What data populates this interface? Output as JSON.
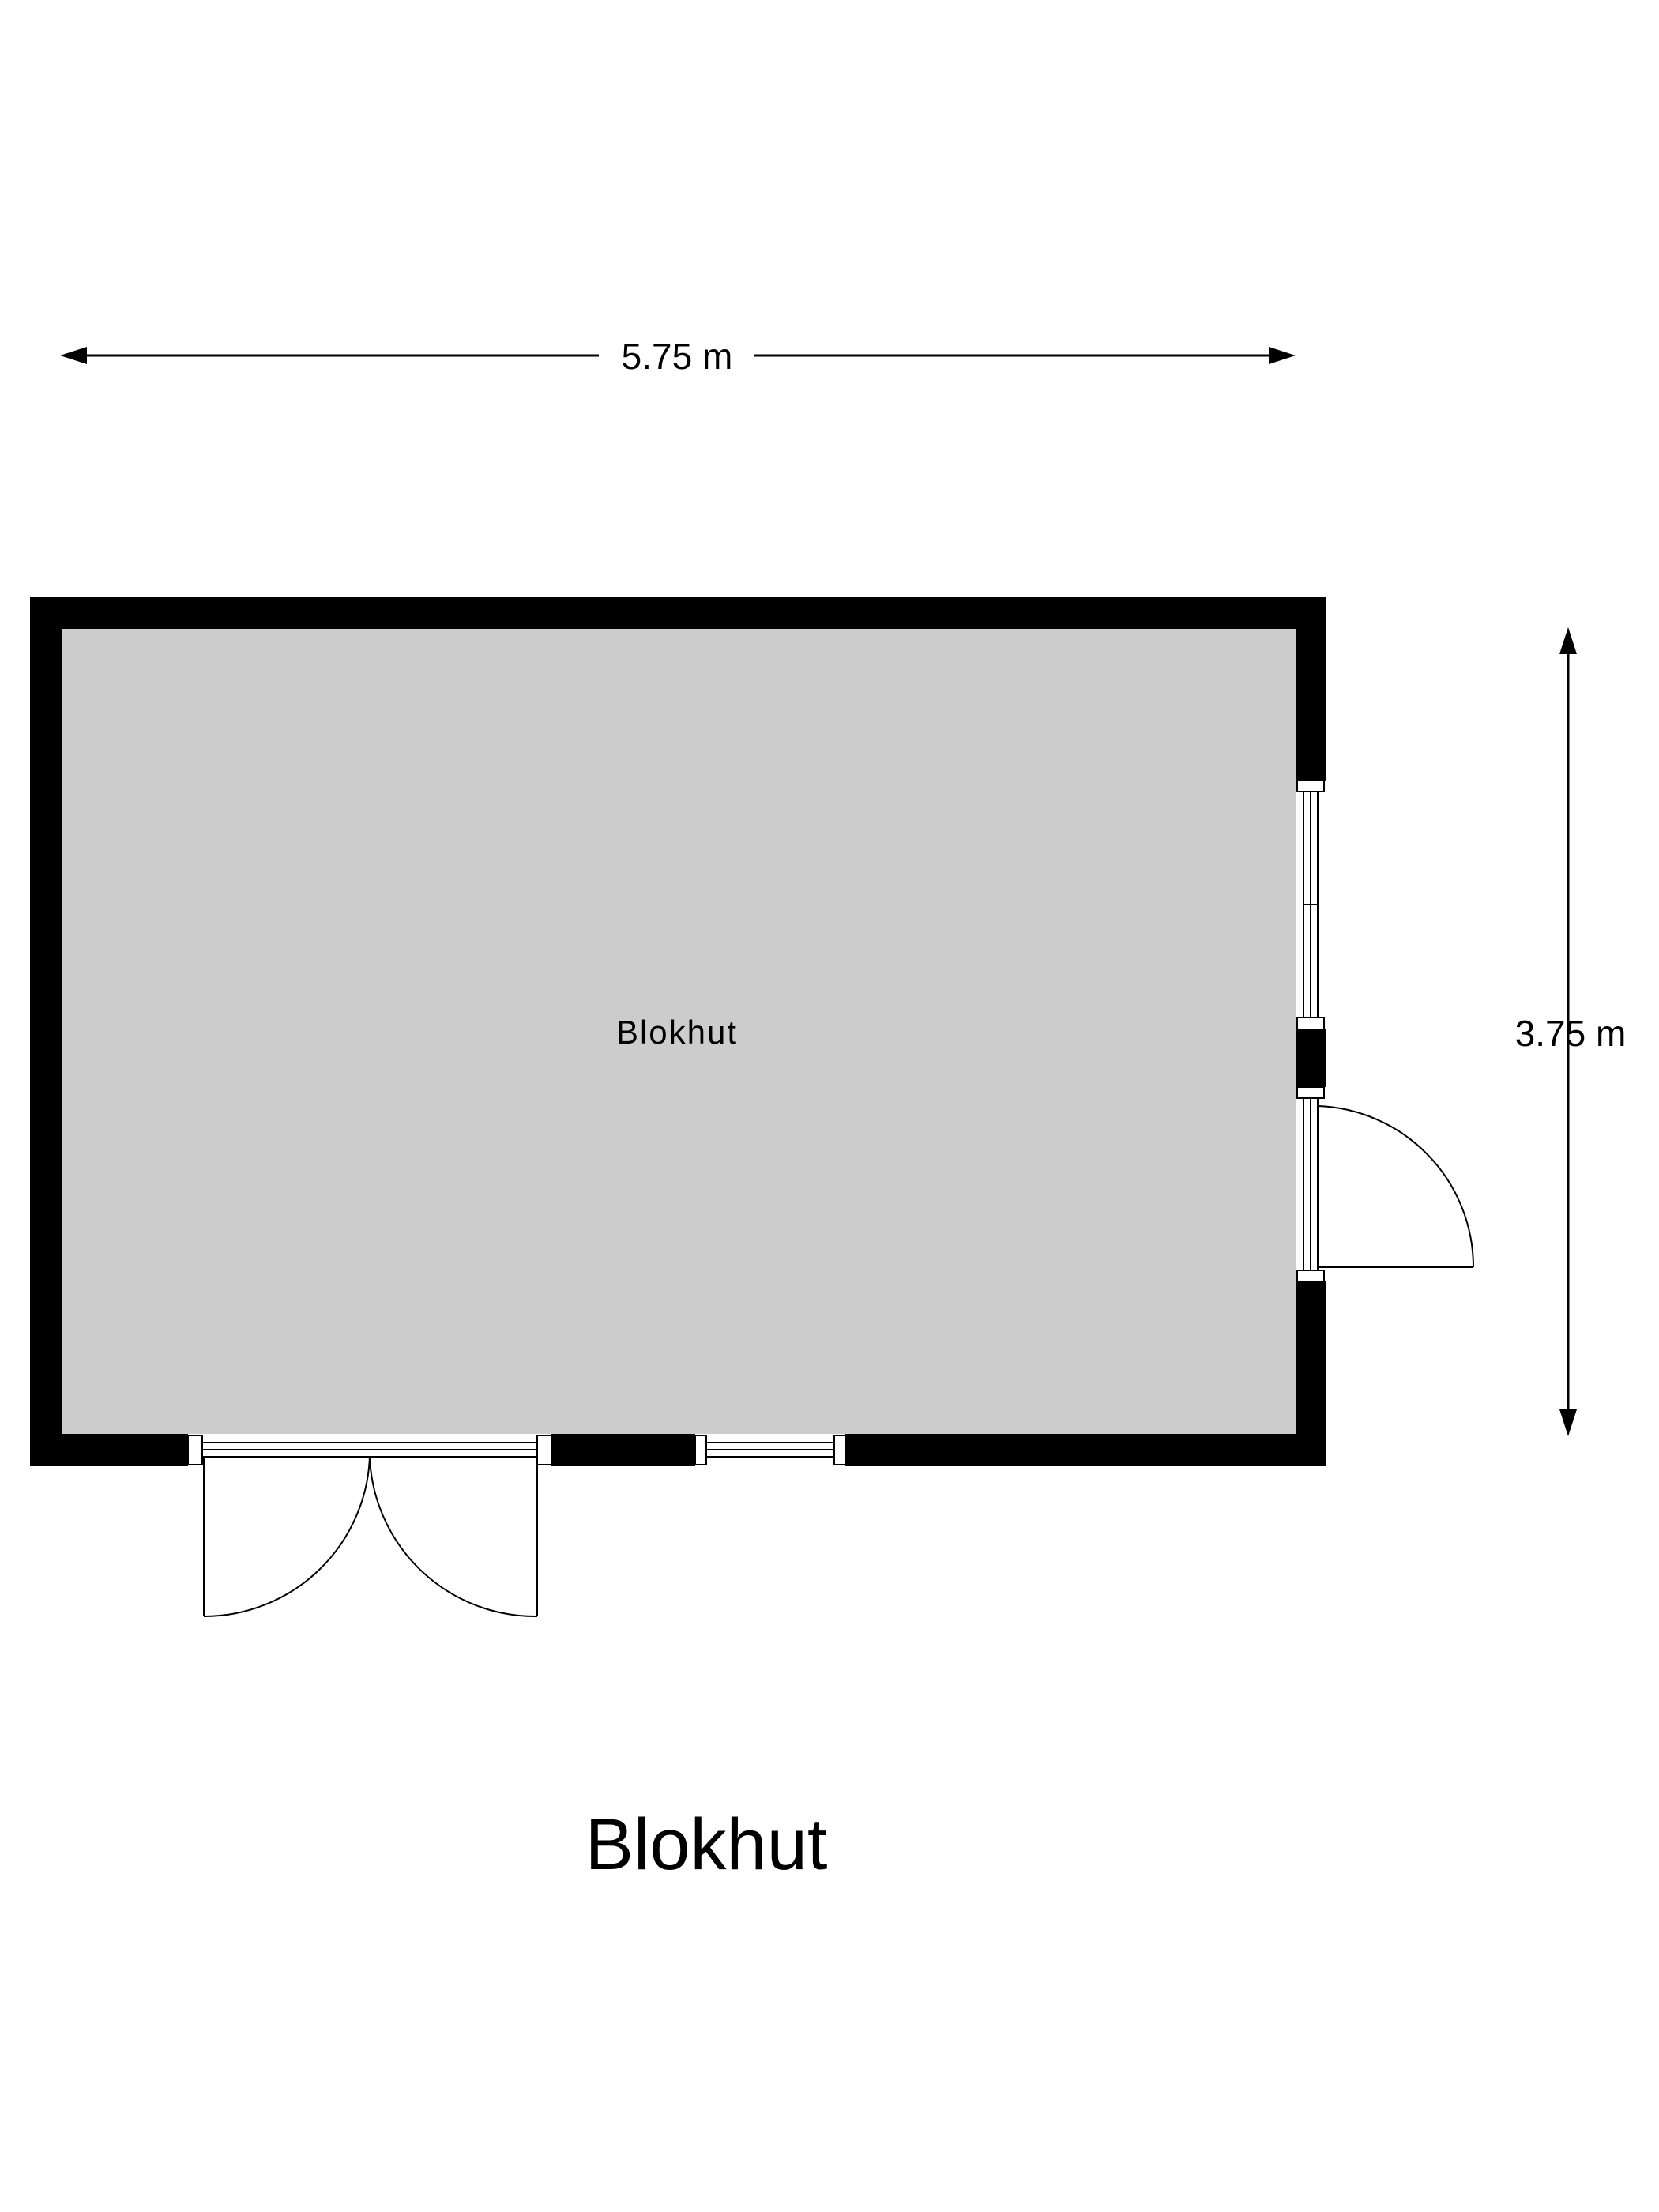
{
  "floorplan": {
    "width_label": "5.75 m",
    "height_label": "3.75 m",
    "room_label": "Blokhut",
    "title": "Blokhut"
  },
  "colors": {
    "wall": "#000000",
    "floor": "#cccccc",
    "background": "#ffffff"
  }
}
